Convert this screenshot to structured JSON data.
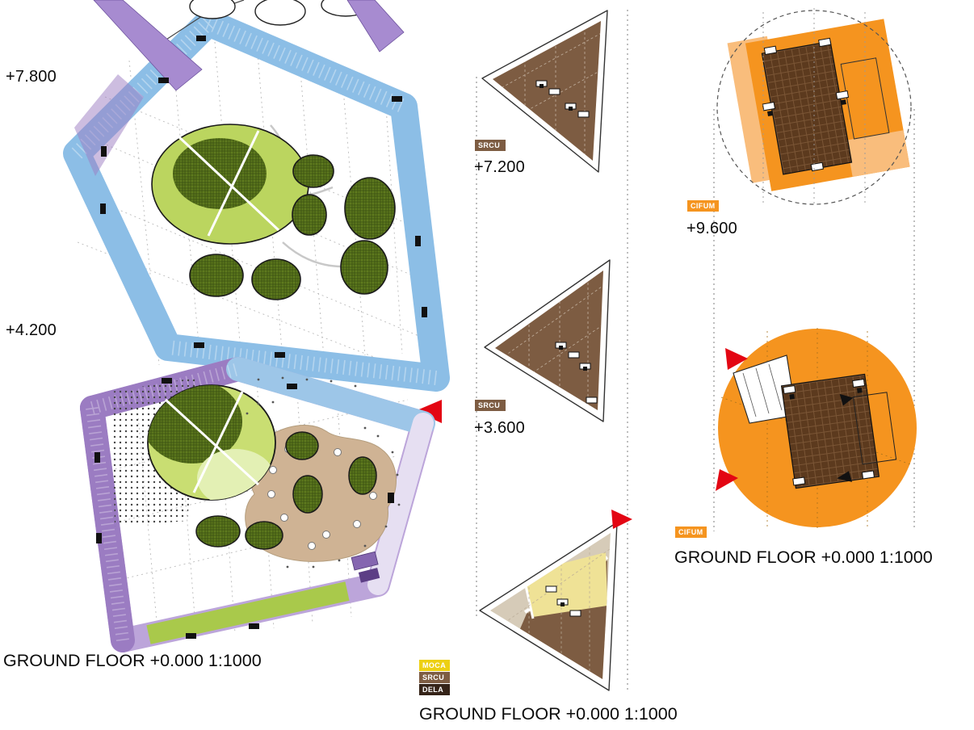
{
  "left_plan": {
    "level_upper": "+7.800",
    "level_lower": "+4.200",
    "caption": "GROUND FLOOR +0.000 1:1000"
  },
  "middle_plans": {
    "upper": {
      "badge": "SRCU",
      "level": "+7.200"
    },
    "middle": {
      "badge": "SRCU",
      "level": "+3.600"
    },
    "ground": {
      "badges": [
        "MOCA",
        "SRCU",
        "DELA"
      ],
      "caption": "GROUND FLOOR +0.000 1:1000"
    }
  },
  "right_plans": {
    "upper": {
      "badge": "CIFUM",
      "level": "+9.600"
    },
    "ground": {
      "badge": "CIFUM",
      "caption": "GROUND FLOOR +0.000 1:1000"
    }
  },
  "colors": {
    "blue_band": "#8CBEE6",
    "purple_band": "#9B7CC2",
    "purple_band_light": "#BCA5DA",
    "green_tree": "#BBD55F",
    "green_tree_dark": "#5E7A1E",
    "green_strip": "#A9C94B",
    "brown_plan": "#7D5C42",
    "brown_core": "#5C3A1E",
    "tan_terrace": "#CFB394",
    "orange": "#F5941F",
    "orange_light": "#F9BD7C",
    "yellow_zone": "#EFE296",
    "marker_red": "#E30613",
    "badge_yellow": "#EDD013",
    "badge_dark": "#352318"
  }
}
